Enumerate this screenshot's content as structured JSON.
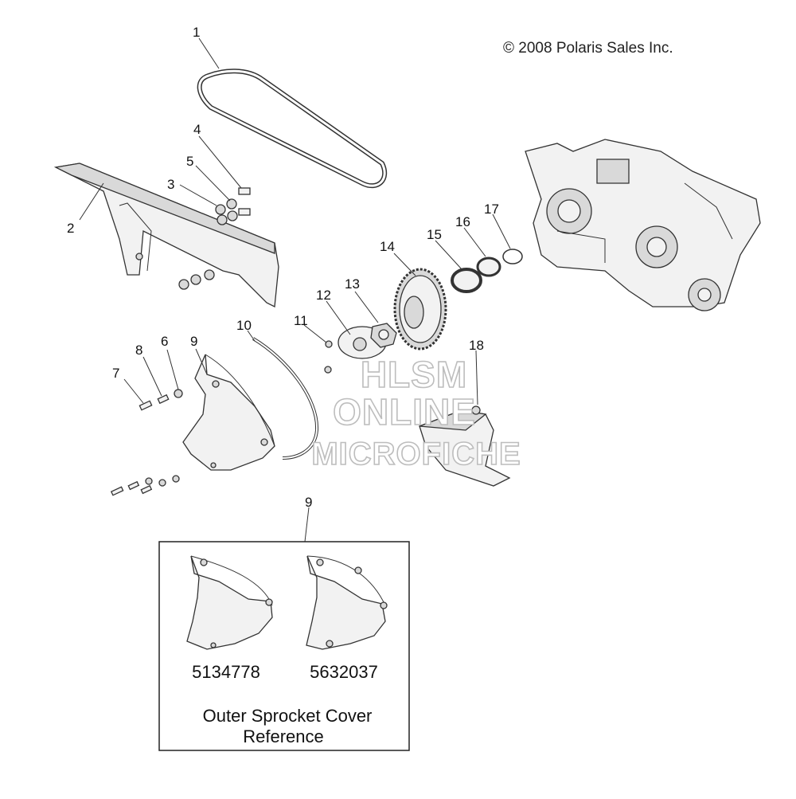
{
  "copyright": "© 2008 Polaris Sales Inc.",
  "watermark": {
    "line1": "HLSM",
    "line2": "ONLINE",
    "line3": "MICROFICHE"
  },
  "callouts": [
    "1",
    "2",
    "3",
    "4",
    "5",
    "6",
    "7",
    "8",
    "9",
    "10",
    "11",
    "12",
    "13",
    "14",
    "15",
    "16",
    "17",
    "18",
    "9"
  ],
  "reference_box": {
    "part_numbers": [
      "5134778",
      "5632037"
    ],
    "title_line1": "Outer Sprocket Cover",
    "title_line2": "Reference"
  },
  "colors": {
    "ink": "#333333",
    "part_fill": "#f2f2f2",
    "watermark_outline": "#bdbdbd"
  }
}
